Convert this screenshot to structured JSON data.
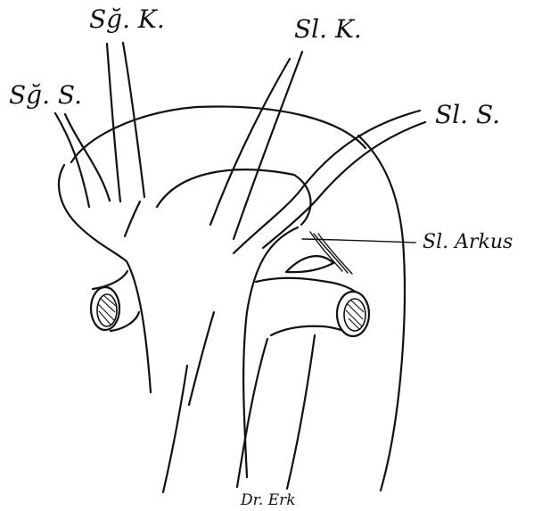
{
  "labels": {
    "left_top_k": "Sğ. K.",
    "left_side_s": "Sğ. S.",
    "right_top_k": "Sl. K.",
    "right_side_s": "Sl. S.",
    "arch": "Sl. Arkus"
  },
  "signature": "Dr. Erk",
  "colors": {
    "ink": "#111111",
    "paper": "#ffffff"
  }
}
